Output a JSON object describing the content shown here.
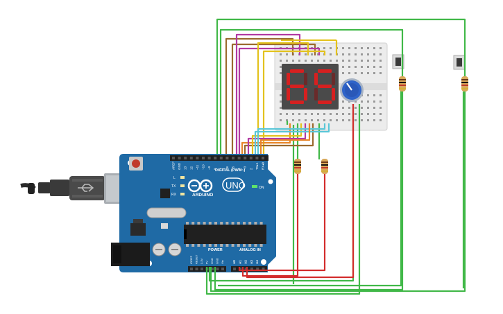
{
  "board": {
    "brand": "ARDUINO",
    "model": "UNO",
    "digital_header": "DIGITAL (PWM~)",
    "power_header": "POWER",
    "analog_header": "ANALOG IN",
    "on_label": "ON",
    "led_labels": [
      "L",
      "TX",
      "RX"
    ],
    "digital_pins": [
      "AREF",
      "GND",
      "13",
      "12",
      "~11",
      "~10",
      "~9",
      "8",
      "7",
      "~6",
      "~5",
      "4",
      "~3",
      "2",
      "TX▸1",
      "RX◂0"
    ],
    "power_pins": [
      "IOREF",
      "RESET",
      "3.3V",
      "5V",
      "GND",
      "GND",
      "Vin"
    ],
    "analog_pins": [
      "A0",
      "A1",
      "A2",
      "A3",
      "A4",
      "A5"
    ]
  },
  "display": {
    "digits": [
      "8",
      "8"
    ]
  },
  "colors": {
    "board": "#1f6aa5",
    "board_dark": "#174f7c",
    "breadboard": "#ececec",
    "display_body": "#4a4a4a",
    "segment_on": "#d62020",
    "segment_off": "#6a2a2a",
    "potentiometer": "#2e63c9",
    "wire_green": "#41b848",
    "wire_red": "#d32c2c",
    "wire_brown": "#9b6a2f",
    "wire_magenta": "#b23aa3",
    "wire_yellow": "#e3c21d",
    "wire_orange": "#e8872a",
    "wire_cyan": "#5bc7d8",
    "usb_cable": "#2b2b2b"
  },
  "icons": [
    "usb-plug-icon",
    "reset-button-icon",
    "arduino-infinity-logo-icon",
    "pushbutton-icon",
    "resistor-icon",
    "potentiometer-knob-icon"
  ]
}
